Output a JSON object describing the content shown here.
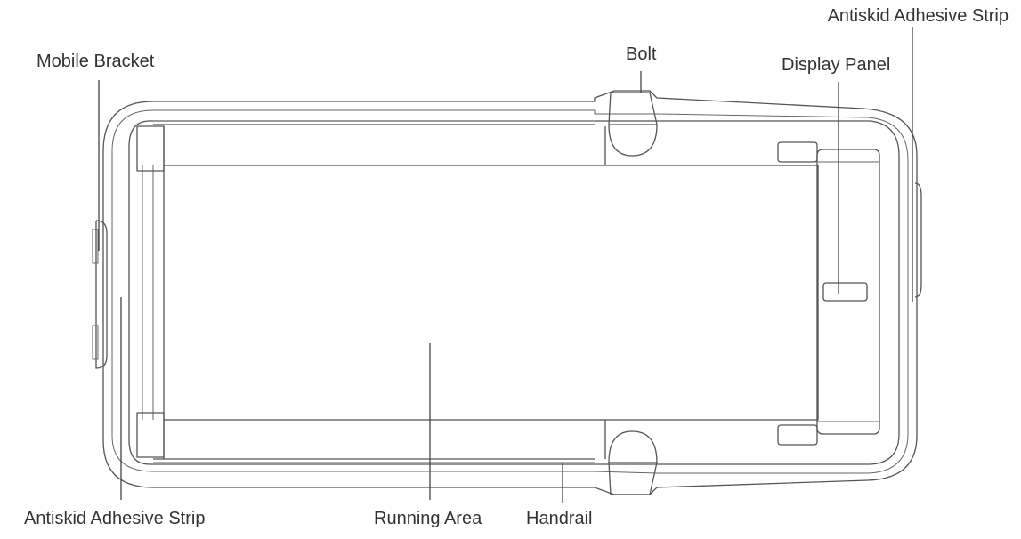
{
  "labels": {
    "antiskid_top_right": "Antiskid Adhesive Strip",
    "mobile_bracket": "Mobile Bracket",
    "bolt": "Bolt",
    "display_panel": "Display Panel",
    "antiskid_bottom_left": "Antiskid Adhesive Strip",
    "running_area": "Running Area",
    "handrail": "Handrail"
  },
  "colors": {
    "line": "#555555",
    "text": "#333333",
    "background": "#ffffff"
  }
}
